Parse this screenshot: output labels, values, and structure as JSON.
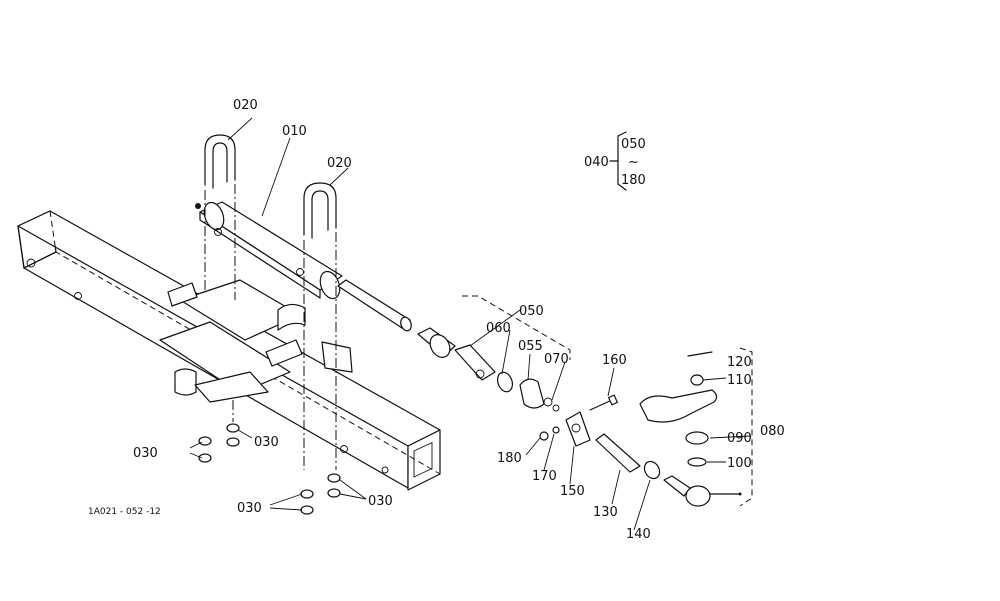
{
  "labels": {
    "l010": "010",
    "l020a": "020",
    "l020b": "020",
    "l030a": "030",
    "l030b": "030",
    "l030c": "030",
    "l030d": "030",
    "l040": "040",
    "l050a": "050",
    "l050b": "050",
    "l055": "055",
    "l060": "060",
    "l070": "070",
    "l080": "080",
    "l090": "090",
    "l100": "100",
    "l110": "110",
    "l120": "120",
    "l130": "130",
    "l140": "140",
    "l150": "150",
    "l160": "160",
    "l170": "170",
    "l180a": "180",
    "l180b": "180",
    "tilde": "~"
  },
  "drawing_code": "1A021 - 052 -12"
}
